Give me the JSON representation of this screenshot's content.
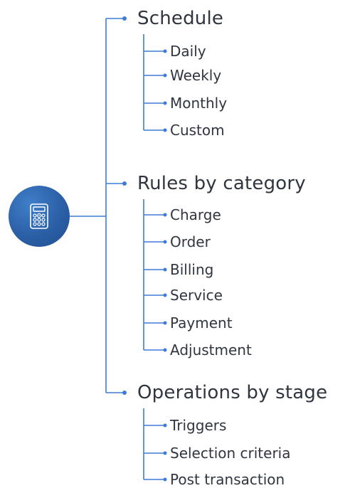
{
  "hub": {
    "icon": "calculator-gear-icon",
    "color": "#2b62a9"
  },
  "connector_color": "#3f7bd6",
  "groups": [
    {
      "label": "Schedule",
      "items": [
        "Daily",
        "Weekly",
        "Monthly",
        "Custom"
      ]
    },
    {
      "label": "Rules by category",
      "items": [
        "Charge",
        "Order",
        "Billing",
        "Service",
        "Payment",
        "Adjustment"
      ]
    },
    {
      "label": "Operations by stage",
      "items": [
        "Triggers",
        "Selection criteria",
        "Post transaction"
      ]
    }
  ]
}
